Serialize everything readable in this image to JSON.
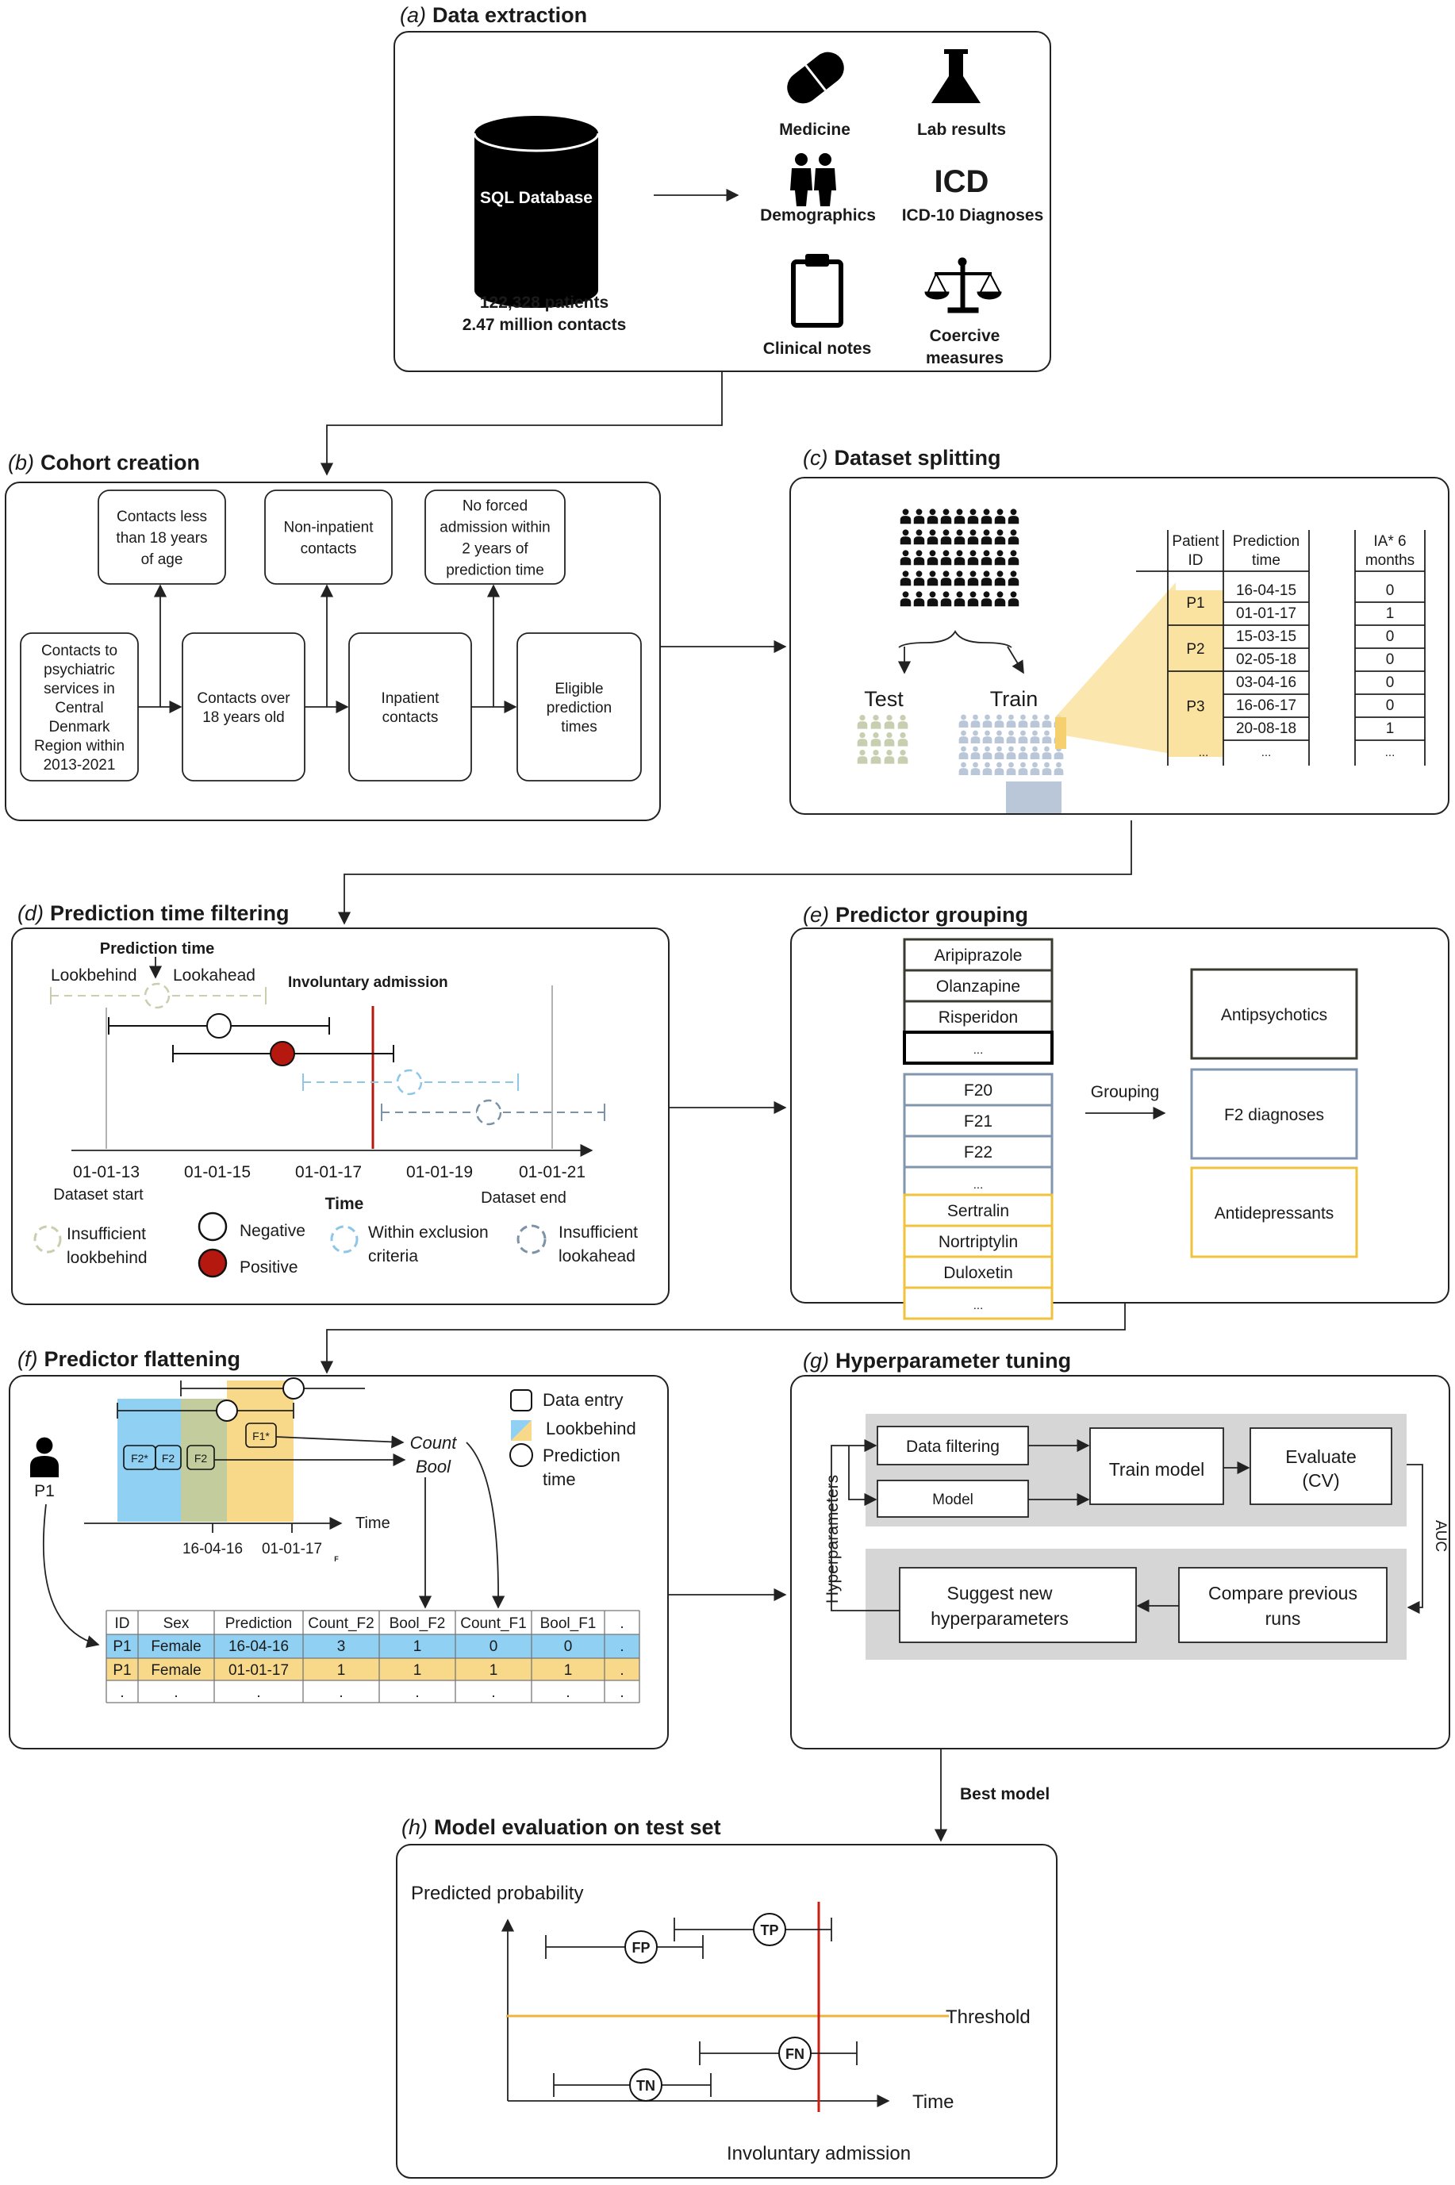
{
  "panel_a": {
    "letter": "(a)",
    "title": "Data extraction",
    "db_label": "SQL Database",
    "patients": "122,328 patients",
    "contacts": "2.47 million contacts",
    "icons": [
      {
        "name": "pill-icon",
        "label": "Medicine"
      },
      {
        "name": "flask-icon",
        "label": "Lab results"
      },
      {
        "name": "people-icon",
        "label": "Demographics"
      },
      {
        "name": "icd-icon",
        "glyph": "ICD",
        "label": "ICD-10 Diagnoses"
      },
      {
        "name": "clipboard-icon",
        "label": "Clinical notes"
      },
      {
        "name": "scale-icon",
        "label_line1": "Coercive",
        "label_line2": "measures"
      }
    ]
  },
  "panel_b": {
    "letter": "(b)",
    "title": "Cohort creation",
    "flow": [
      [
        "Contacts to",
        "psychiatric",
        "services in",
        "Central",
        "Denmark",
        "Region within",
        "2013-2021"
      ],
      [
        "Contacts over",
        "18 years old"
      ],
      [
        "Inpatient",
        "contacts"
      ],
      [
        "Eligible",
        "prediction",
        "times"
      ]
    ],
    "exclusions": [
      [
        "Contacts less",
        "than 18 years",
        "of age"
      ],
      [
        "Non-inpatient",
        "contacts"
      ],
      [
        "No forced",
        "admission within",
        "2 years of",
        "prediction time"
      ]
    ]
  },
  "panel_c": {
    "letter": "(c)",
    "title": "Dataset splitting",
    "test_label": "Test",
    "train_label": "Train",
    "table_headers": [
      [
        "Patient",
        "ID"
      ],
      [
        "Prediction",
        "time"
      ],
      [
        "IA* 6",
        "months"
      ]
    ],
    "patients": [
      "P1",
      "P2",
      "P3"
    ],
    "rows": [
      {
        "time": "16-04-15",
        "ia": "0"
      },
      {
        "time": "01-01-17",
        "ia": "1"
      },
      {
        "time": "15-03-15",
        "ia": "0"
      },
      {
        "time": "02-05-18",
        "ia": "0"
      },
      {
        "time": "03-04-16",
        "ia": "0"
      },
      {
        "time": "16-06-17",
        "ia": "0"
      },
      {
        "time": "20-08-18",
        "ia": "1"
      }
    ],
    "ellipsis": "..."
  },
  "panel_d": {
    "letter": "(d)",
    "title": "Prediction time filtering",
    "prediction_time": "Prediction time",
    "lookbehind": "Lookbehind",
    "lookahead": "Lookahead",
    "involuntary": "Involuntary admission",
    "ticks": [
      "01-01-13",
      "01-01-15",
      "01-01-17",
      "01-01-19",
      "01-01-21"
    ],
    "dataset_start": "Dataset start",
    "dataset_end": "Dataset end",
    "axis_label": "Time",
    "legend": {
      "insufficient_lookbehind": [
        "Insufficient",
        "lookbehind"
      ],
      "negative": "Negative",
      "positive": "Positive",
      "within_exclusion": [
        "Within exclusion",
        "criteria"
      ],
      "insufficient_lookahead": [
        "Insufficient",
        "lookahead"
      ]
    },
    "colors": {
      "red": "#b5180f",
      "green": "#c9cfae",
      "lightblue": "#8ec6e8",
      "slate": "#7c92a8"
    }
  },
  "panel_e": {
    "letter": "(e)",
    "title": "Predictor grouping",
    "group1": [
      "Aripiprazole",
      "Olanzapine",
      "Risperidon",
      "..."
    ],
    "group2": [
      "F20",
      "F21",
      "F22",
      "..."
    ],
    "group3": [
      "Sertralin",
      "Nortriptylin",
      "Duloxetin",
      "..."
    ],
    "grouping_label": "Grouping",
    "targets": [
      "Antipsychotics",
      "F2 diagnoses",
      "Antidepressants"
    ],
    "colors": {
      "dark": "#3a3a30",
      "blue": "#8096ae",
      "yellow": "#f0c33c"
    }
  },
  "panel_f": {
    "letter": "(f)",
    "title": "Predictor flattening",
    "patient": "P1",
    "events": [
      "F2*",
      "F2",
      "F2",
      "F1*"
    ],
    "count": "Count",
    "bool": "Bool",
    "ticks": [
      "16-04-16",
      "01-01-17"
    ],
    "tick_f": "F",
    "axis_label": "Time",
    "legend": [
      "Data entry",
      "Lookbehind",
      "Prediction",
      "time"
    ],
    "table_headers": [
      "ID",
      "Sex",
      "Prediction",
      "Count_F2",
      "Bool_F2",
      "Count_F1",
      "Bool_F1",
      "."
    ],
    "table_rows": [
      [
        "P1",
        "Female",
        "16-04-16",
        "3",
        "1",
        "0",
        "0",
        "."
      ],
      [
        "P1",
        "Female",
        "01-01-17",
        "1",
        "1",
        "1",
        "1",
        "."
      ],
      [
        ".",
        ".",
        ".",
        ".",
        ".",
        ".",
        ".",
        "."
      ]
    ],
    "colors": {
      "blue": "#8fd0f3",
      "yellow": "#f8d98a",
      "overlap": "#c3cc9c"
    }
  },
  "panel_g": {
    "letter": "(g)",
    "title": "Hyperparameter tuning",
    "side_label": "Hyperparameters",
    "data_filtering": "Data filtering",
    "model": "Model",
    "train_model": "Train model",
    "evaluate": [
      "Evaluate",
      "(CV)"
    ],
    "auc": "AUC",
    "suggest": [
      "Suggest new",
      "hyperparameters"
    ],
    "compare": [
      "Compare previous",
      "runs"
    ]
  },
  "best_model": "Best model",
  "panel_h": {
    "letter": "(h)",
    "title": "Model evaluation on test set",
    "ylabel": "Predicted probability",
    "xlabel": "Time",
    "threshold": "Threshold",
    "involuntary": "Involuntary admission",
    "markers": [
      "FP",
      "TP",
      "FN",
      "TN"
    ]
  }
}
